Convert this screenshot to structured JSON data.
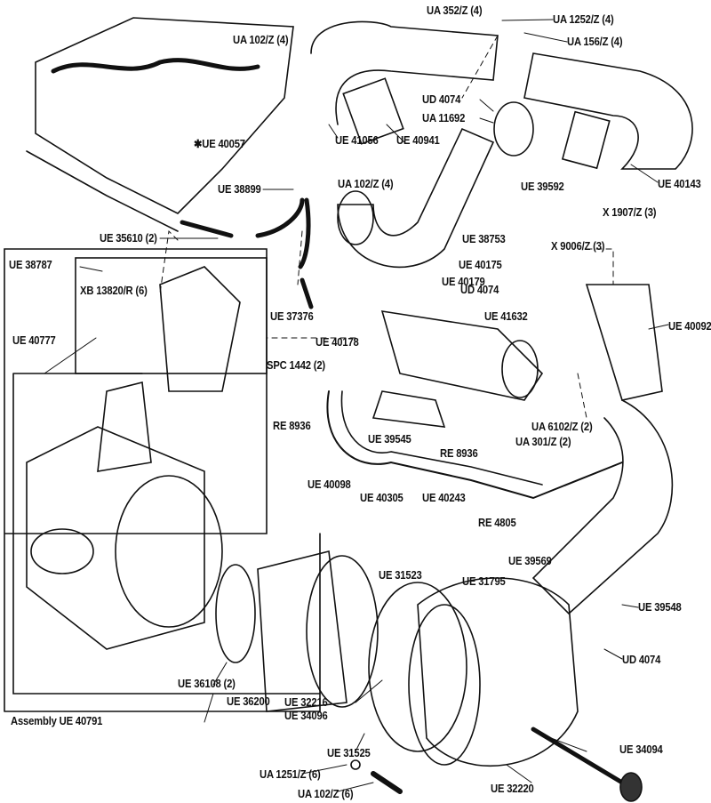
{
  "labels": [
    "UA 352/Z (4)",
    "UA 1252/Z (4)",
    "UA 156/Z (4)",
    "UA 102/Z (4)",
    "UD 4074",
    "UA 11692",
    "✱UE 40057",
    "UE 41056",
    "UE 40941",
    "UE 40143",
    "UE 38899",
    "UA 102/Z (4)",
    "UE 39592",
    "X 1907/Z (3)",
    "UE 35610 (2)",
    "UE 38753",
    "X 9006/Z (3)",
    "UE 38787",
    "UE 40175",
    "XB 13820/R (6)",
    "UE 40179",
    "UD 4074",
    "UE 37376",
    "UE 41632",
    "UE 40092",
    "UE 40777",
    "UE 40178",
    "SPC 1442 (2)",
    "RE 8936",
    "UE 39545",
    "UA 6102/Z (2)",
    "UA 301/Z (2)",
    "RE 8936",
    "UE 40098",
    "UE 40305",
    "UE 40243",
    "RE 4805",
    "UE 39569",
    "UE 31523",
    "UE 31795",
    "UE 39548",
    "UD 4074",
    "UE 36108 (2)",
    "UE 36200",
    "UE 32216",
    "UE 34096",
    "Assembly UE  40791",
    "UE 31525",
    "UE 34094",
    "UA 1251/Z (6)",
    "UA 102/Z (6)",
    "UE 32220"
  ]
}
